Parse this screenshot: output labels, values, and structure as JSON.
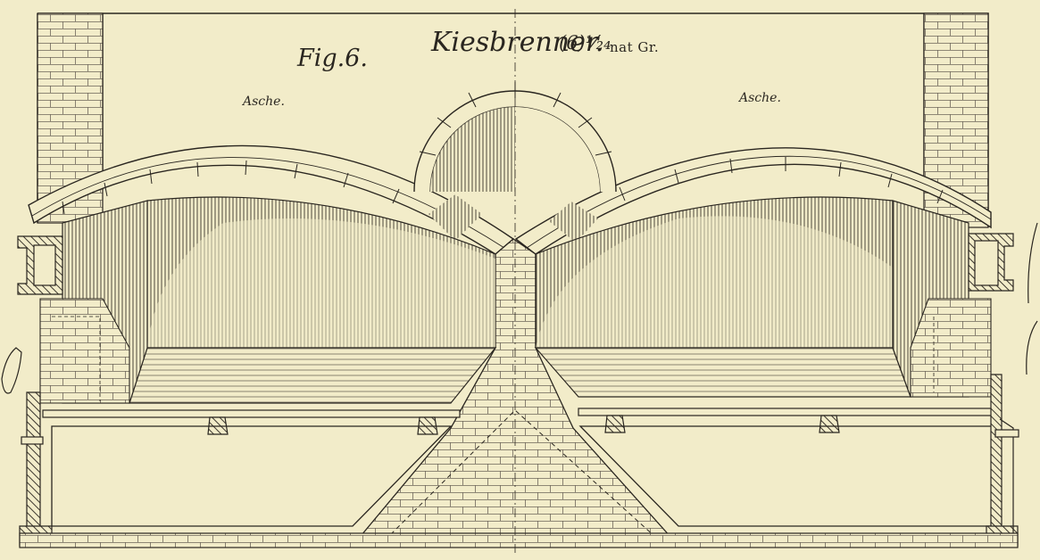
{
  "figure": {
    "fig_label": "Fig.6.",
    "title": "Kiesbrenner.",
    "scale": "(6)¹⁄₂₄",
    "scale_unit": "nat Gr.",
    "chamber_labels": [
      "Asche.",
      "Asche."
    ]
  },
  "colors": {
    "paper": "#f2ecc9",
    "ink": "#2a2620"
  }
}
